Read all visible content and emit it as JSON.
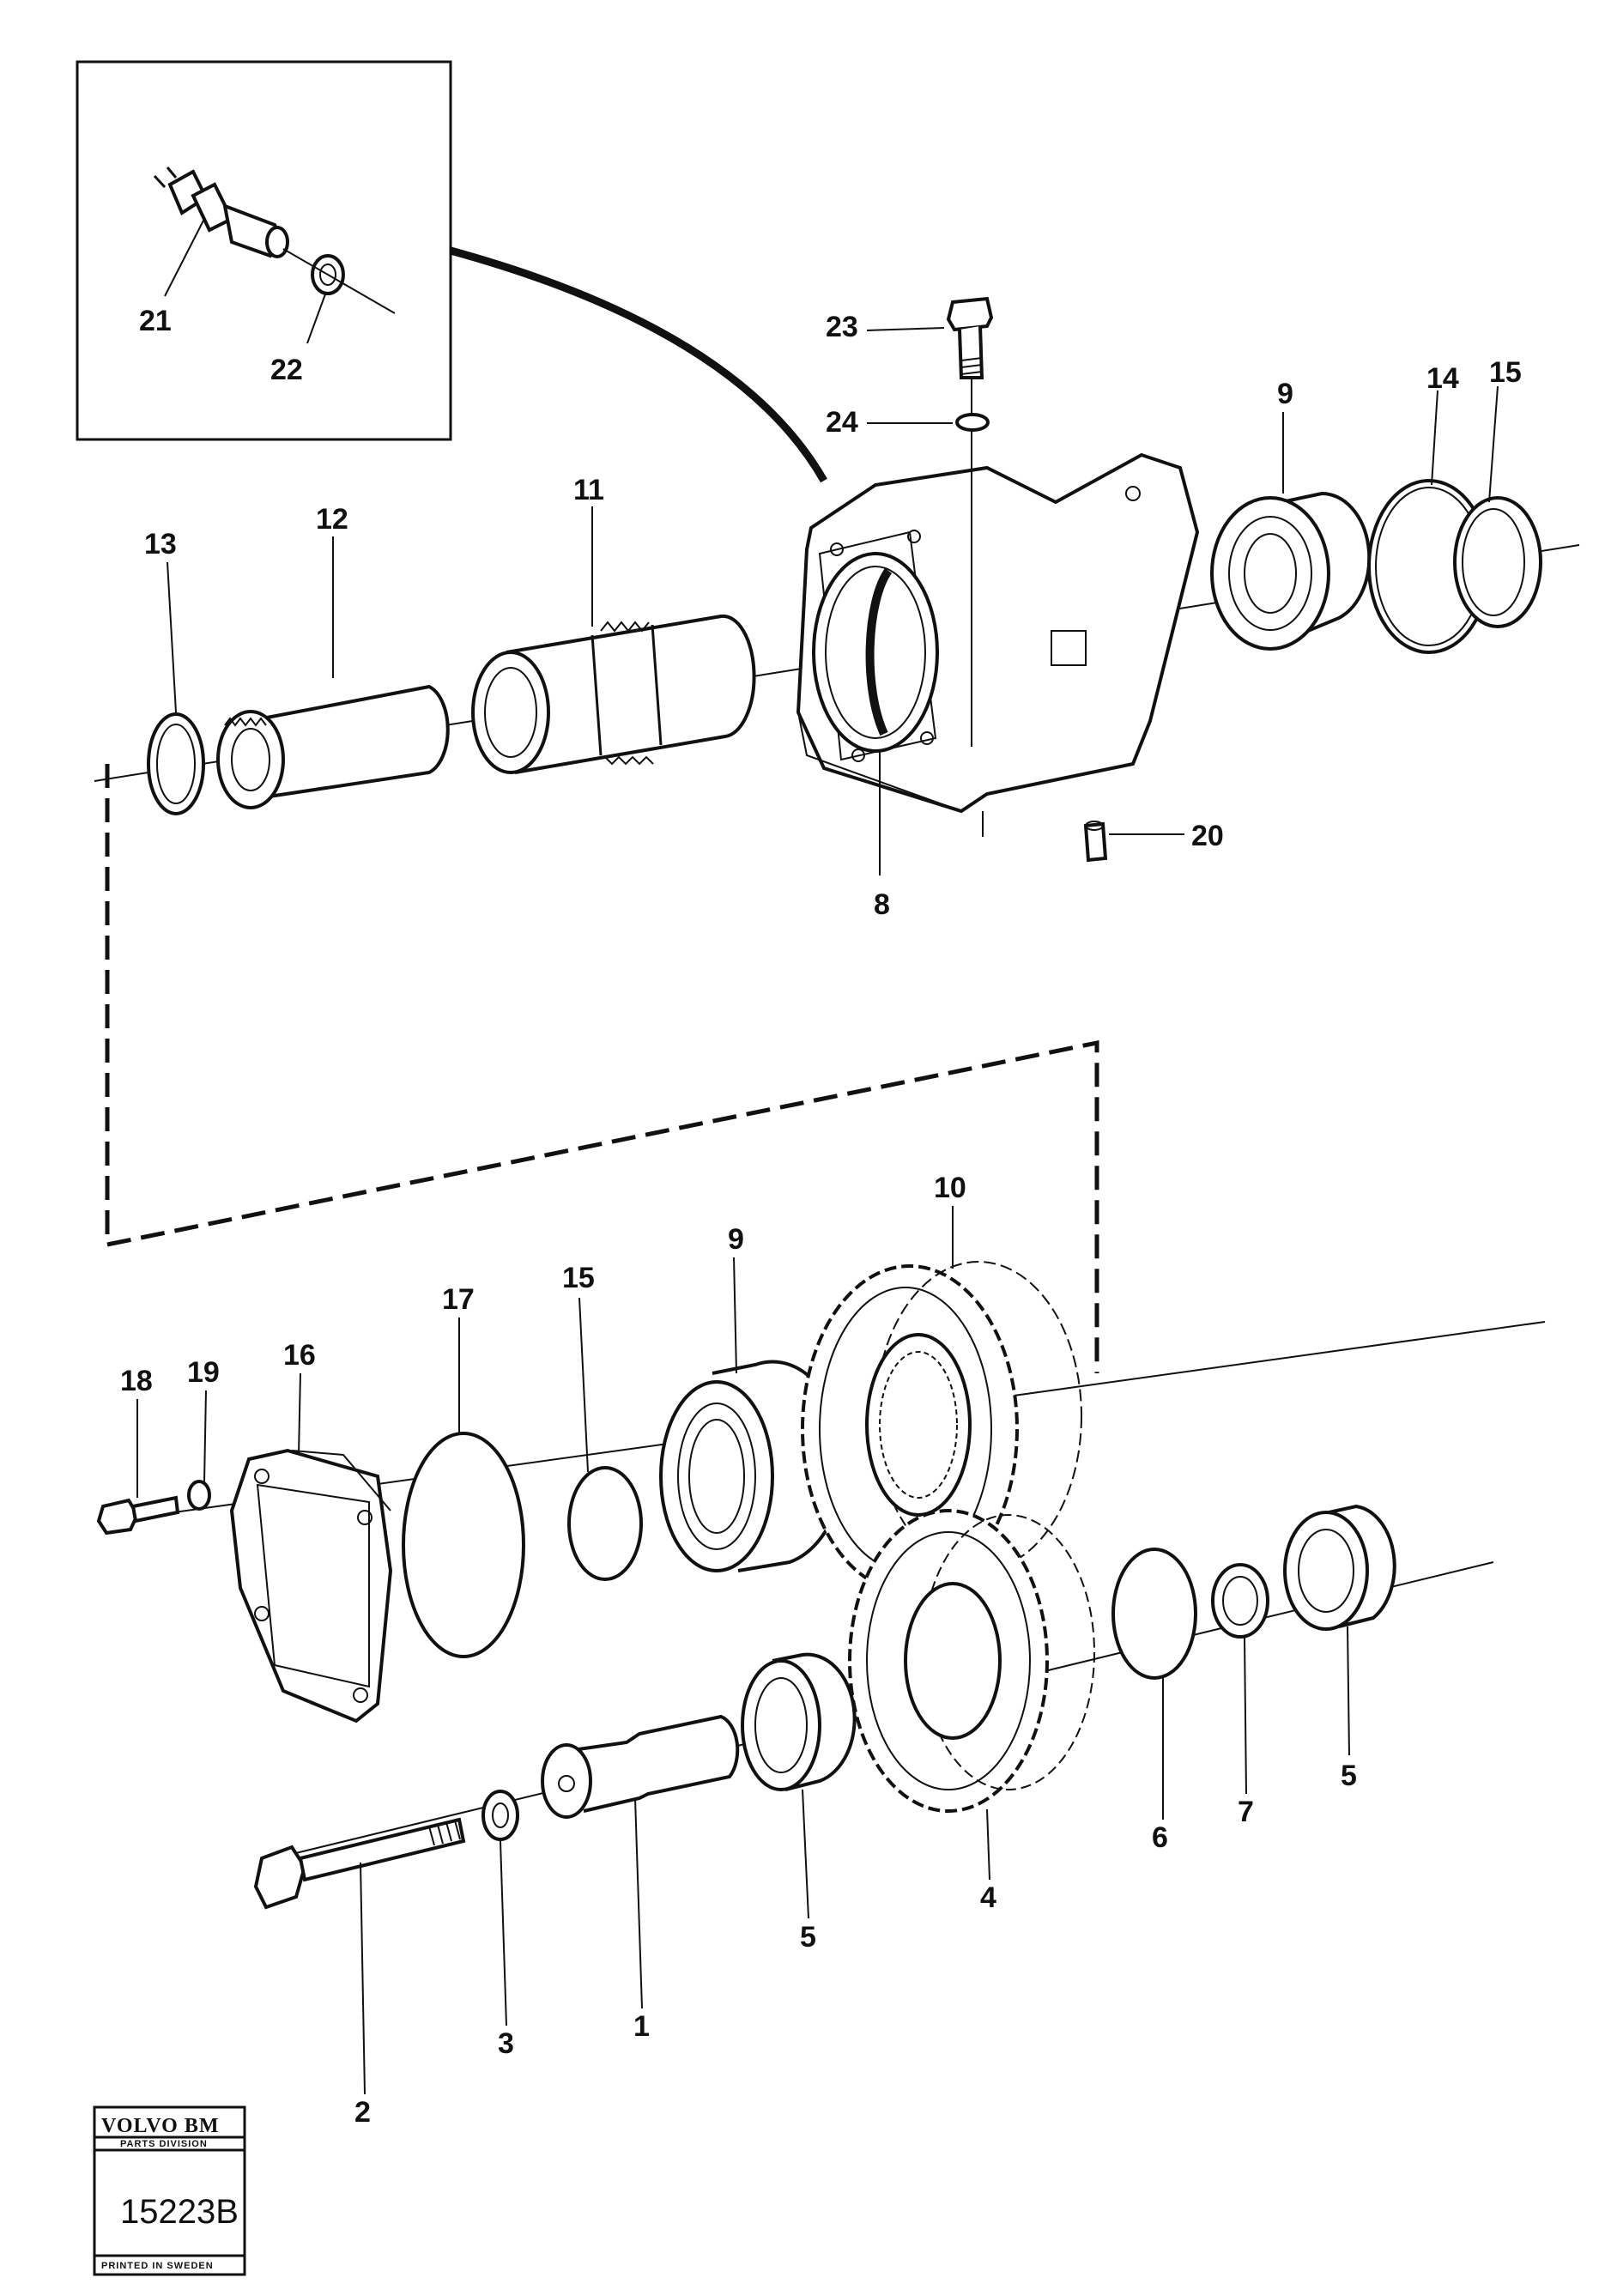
{
  "labels": {
    "l1": "1",
    "l2": "2",
    "l3": "3",
    "l4": "4",
    "l5a": "5",
    "l5b": "5",
    "l6": "6",
    "l7": "7",
    "l8": "8",
    "l9a": "9",
    "l9b": "9",
    "l10": "10",
    "l11": "11",
    "l12": "12",
    "l13": "13",
    "l14": "14",
    "l15a": "15",
    "l15b": "15",
    "l16": "16",
    "l17": "17",
    "l18": "18",
    "l19": "19",
    "l20": "20",
    "l21": "21",
    "l22": "22",
    "l23": "23",
    "l24": "24"
  },
  "stamp": {
    "brand": "VOLVO BM",
    "division": "PARTS DIVISION",
    "number": "15223B",
    "footer": "PRINTED IN SWEDEN"
  }
}
